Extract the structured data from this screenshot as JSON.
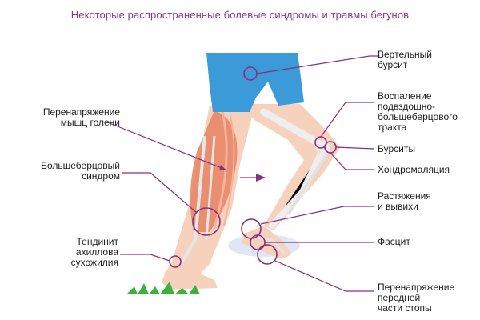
{
  "title": "Некоторые распространенные болевые синдромы и травмы бегунов",
  "labels": {
    "vertelny": [
      "Вертельный",
      "бурсит"
    ],
    "ilio": [
      "Воспаление",
      "подвздошно-",
      "большеберцового",
      "тракта"
    ],
    "bursity": [
      "Бурситы"
    ],
    "chondro": [
      "Хондромаляция"
    ],
    "sprains": [
      "Растяжения",
      "и вывихи"
    ],
    "fasciitis": [
      "Фасцит"
    ],
    "forefoot": [
      "Перенапряжение",
      "передней",
      "части стопы"
    ],
    "shin_strain": [
      "Перенапряжение",
      "мышц голени"
    ],
    "tibial": [
      "Большеберцовый",
      "синдром"
    ],
    "achilles": [
      "Тендинит",
      "ахиллова",
      "сухожилия"
    ]
  },
  "colors": {
    "accent": "#8a2f7e",
    "shorts": "#3a9bd8",
    "skin": "#f6d2bd",
    "muscle": "#e98667",
    "bone": "#eeeeee",
    "grass": "#3bb33b"
  }
}
